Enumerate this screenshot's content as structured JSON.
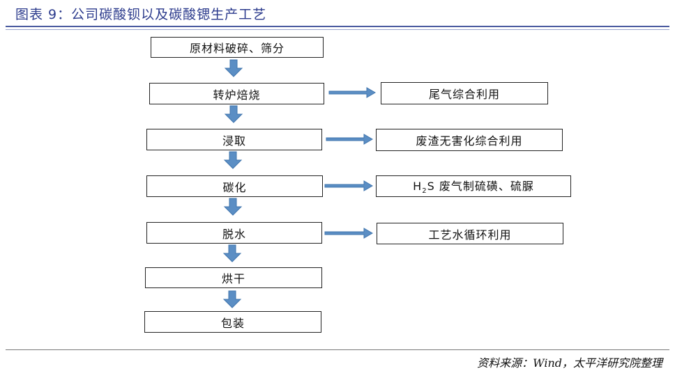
{
  "header": {
    "title": "图表 9：公司碳酸钡以及碳酸锶生产工艺"
  },
  "footer": {
    "source": "资料来源：Wind，太平洋研究院整理"
  },
  "flow": {
    "main_steps": [
      {
        "id": "s1",
        "label": "原材料破碎、筛分"
      },
      {
        "id": "s2",
        "label": "转炉焙烧"
      },
      {
        "id": "s3",
        "label": "浸取"
      },
      {
        "id": "s4",
        "label": "碳化"
      },
      {
        "id": "s5",
        "label": "脱水"
      },
      {
        "id": "s6",
        "label": "烘干"
      },
      {
        "id": "s7",
        "label": "包装"
      }
    ],
    "side_outputs": [
      {
        "from": "s2",
        "label": "尾气综合利用"
      },
      {
        "from": "s3",
        "label": "废渣无害化综合利用"
      },
      {
        "from": "s4",
        "label_prefix": "H",
        "label_sub": "2",
        "label_suffix": "S 废气制硫磺、硫脲"
      },
      {
        "from": "s5",
        "label": "工艺水循环利用"
      }
    ]
  },
  "colors": {
    "arrow": "#5b8ec4",
    "arrow_edge": "#3f74ad",
    "title": "#2b3a8c"
  }
}
